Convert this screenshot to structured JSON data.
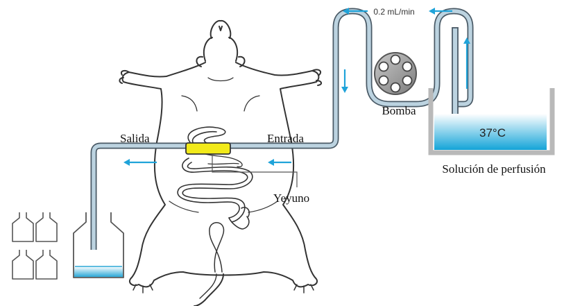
{
  "labels": {
    "flow_rate": "0.2 mL/min",
    "pump": "Bomba",
    "temperature": "37°C",
    "perfusion_solution": "Solución de perfusión",
    "outlet": "Salida",
    "inlet": "Entrada",
    "jejunum": "Yeyuno"
  },
  "colors": {
    "tube_outline": "#4a5a66",
    "tube_fill": "#bcd3e0",
    "arrow": "#1fa3d9",
    "liquid_top": "#ffffff",
    "liquid_bottom": "#14a4d8",
    "jejunum_segment": "#f2ea1a",
    "container_wall": "#b9b9b9",
    "pump_body": "#9a9a9a",
    "outline": "#333333"
  }
}
